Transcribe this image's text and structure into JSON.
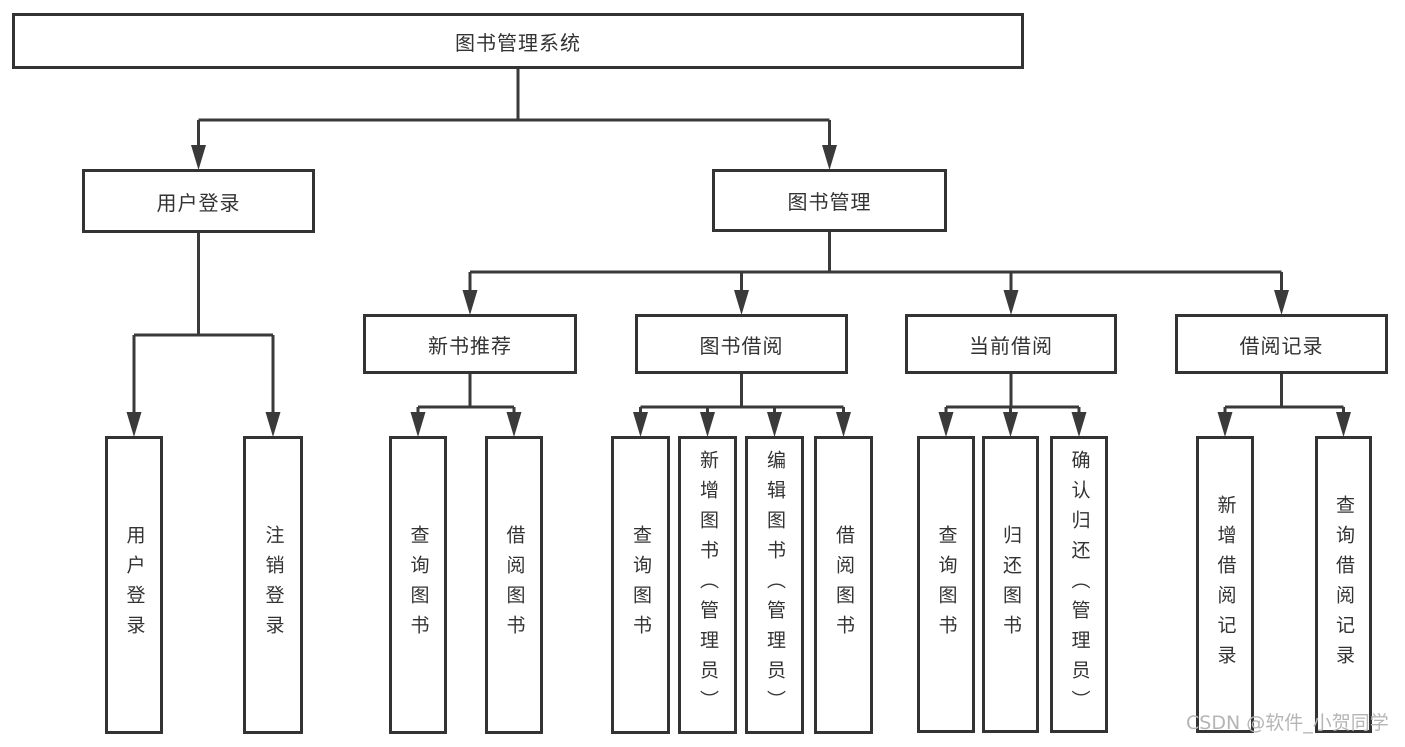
{
  "diagram": {
    "root": {
      "label": "图书管理系统"
    },
    "level2": [
      {
        "label": "用户登录"
      },
      {
        "label": "图书管理"
      }
    ],
    "level3": [
      {
        "label": "新书推荐"
      },
      {
        "label": "图书借阅"
      },
      {
        "label": "当前借阅"
      },
      {
        "label": "借阅记录"
      }
    ],
    "leaves": {
      "user_login": [
        "用户登录",
        "注销登录"
      ],
      "new_book": [
        "查询图书",
        "借阅图书"
      ],
      "book_borrow": [
        "查询图书",
        "新增图书（管理员）",
        "编辑图书（管理员）",
        "借阅图书"
      ],
      "current_borrow": [
        "查询图书",
        "归还图书",
        "确认归还（管理员）"
      ],
      "borrow_records": [
        "新增借阅记录",
        "查询借阅记录"
      ]
    },
    "colors": {
      "line": "#3a3a3a",
      "box_border": "#333333",
      "text": "#333333",
      "background": "#ffffff"
    }
  },
  "watermark": {
    "text": "CSDN @软件_小贺同学",
    "color": "#b5b5b5"
  }
}
